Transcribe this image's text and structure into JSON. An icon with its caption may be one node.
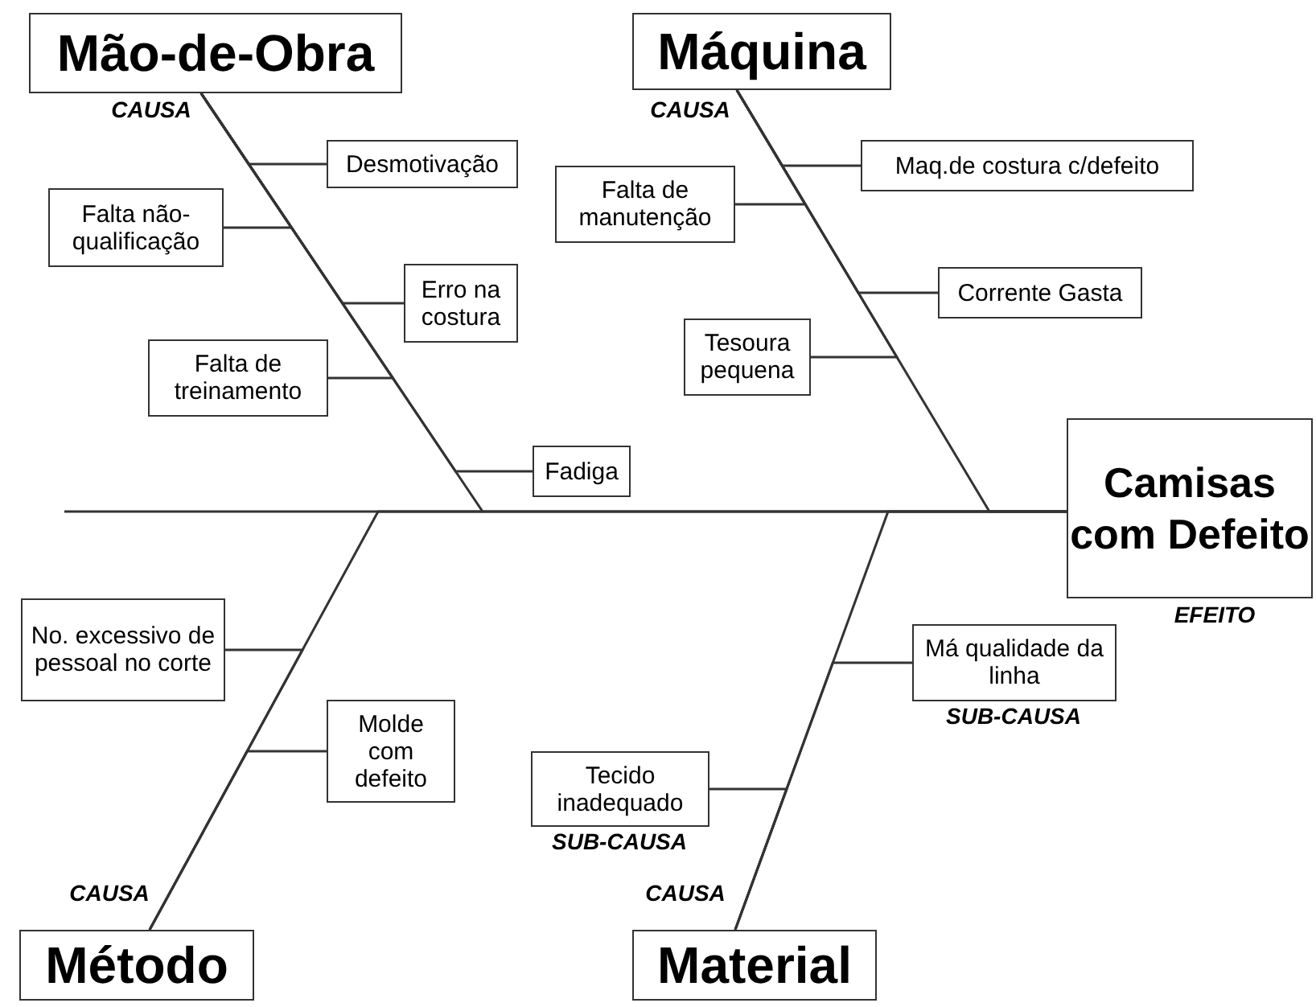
{
  "diagram": {
    "nodes": [
      {
        "text": [
          "Mão-de-Obra"
        ],
        "beside": [
          "CAUSA"
        ]
      },
      {
        "text": [
          "Máquina"
        ],
        "beside": [
          "CAUSA"
        ]
      },
      {
        "text": [
          "Desmotivação"
        ]
      },
      {
        "text": [
          "Maq.de costura c/defeito"
        ]
      },
      {
        "text": [
          "Falta não-qualificação"
        ]
      },
      {
        "text": [
          "Falta de manutenção"
        ]
      },
      {
        "text": [
          "Erro na costura"
        ]
      },
      {
        "text": [
          "Corrente Gasta"
        ]
      },
      {
        "text": [
          "Tesoura pequena"
        ]
      },
      {
        "text": [
          "Falta de treinamento"
        ]
      },
      {
        "text": [
          "Fadiga"
        ]
      },
      {
        "text": [
          "Camisas com Defeito"
        ],
        "beside": [
          "EFEITO"
        ]
      },
      {
        "text": [
          "No. excessivo de pessoal no corte"
        ]
      },
      {
        "text": [
          "Má qualidade da linha"
        ],
        "beside": [
          "SUB-CAUSA"
        ]
      },
      {
        "text": [
          "Molde com defeito"
        ]
      },
      {
        "text": [
          "Tecido inadequado"
        ],
        "beside": [
          "SUB-CAUSA"
        ]
      },
      {
        "text": [
          "Método"
        ],
        "beside": [
          "CAUSA"
        ]
      },
      {
        "text": [
          "Material"
        ],
        "beside": [
          "CAUSA"
        ]
      }
    ],
    "edges": [
      {
        "from": 0,
        "to": 11,
        "arrow": "none"
      },
      {
        "from": 1,
        "to": 11,
        "arrow": "none"
      },
      {
        "from": 16,
        "to": 11,
        "arrow": "none"
      },
      {
        "from": 17,
        "to": 11,
        "arrow": "none"
      },
      {
        "from": 2,
        "to": 0,
        "arrow": "none"
      },
      {
        "from": 4,
        "to": 0,
        "arrow": "none"
      },
      {
        "from": 6,
        "to": 0,
        "arrow": "none"
      },
      {
        "from": 9,
        "to": 0,
        "arrow": "none"
      },
      {
        "from": 10,
        "to": 0,
        "arrow": "none"
      },
      {
        "from": 3,
        "to": 1,
        "arrow": "none"
      },
      {
        "from": 5,
        "to": 1,
        "arrow": "none"
      },
      {
        "from": 7,
        "to": 1,
        "arrow": "none"
      },
      {
        "from": 8,
        "to": 1,
        "arrow": "none"
      },
      {
        "from": 12,
        "to": 16,
        "arrow": "none"
      },
      {
        "from": 14,
        "to": 16,
        "arrow": "none"
      },
      {
        "from": 13,
        "to": 17,
        "arrow": "none"
      },
      {
        "from": 15,
        "to": 17,
        "arrow": "none"
      }
    ]
  }
}
